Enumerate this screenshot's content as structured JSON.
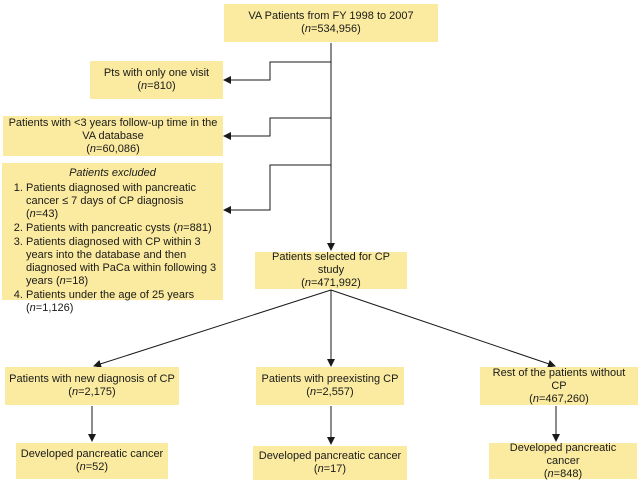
{
  "top": {
    "title": "VA Patients from FY 1998 to 2007",
    "n": "534,956"
  },
  "excl1": {
    "title": "Pts with only one visit",
    "n": "810"
  },
  "excl2": {
    "title": "Patients with <3 years follow-up time in the VA database",
    "n": "60,086"
  },
  "excl3": {
    "header": "Patients excluded",
    "items": [
      {
        "text": "Patients diagnosed with pancreatic cancer ≤ 7 days of CP diagnosis",
        "n": "43"
      },
      {
        "text": "Patients with pancreatic cysts",
        "n": "881"
      },
      {
        "text": "Patients diagnosed with CP within 3 years into the database and then diagnosed with PaCa within following 3 years",
        "n": "18"
      },
      {
        "text": "Patients under the age of 25 years",
        "n": "1,126"
      }
    ]
  },
  "selected": {
    "title": "Patients selected for CP study",
    "n": "471,992"
  },
  "groups": [
    {
      "title": "Patients with new diagnosis of CP",
      "n": "2,175",
      "outcome": "Developed pancreatic cancer",
      "outcome_n": "52"
    },
    {
      "title": "Patients with preexisting CP",
      "n": "2,557",
      "outcome": "Developed pancreatic cancer",
      "outcome_n": "17"
    },
    {
      "title": "Rest of the patients without CP",
      "n": "467,260",
      "outcome": "Developed pancreatic cancer",
      "outcome_n": "848"
    }
  ],
  "n_label": "n"
}
